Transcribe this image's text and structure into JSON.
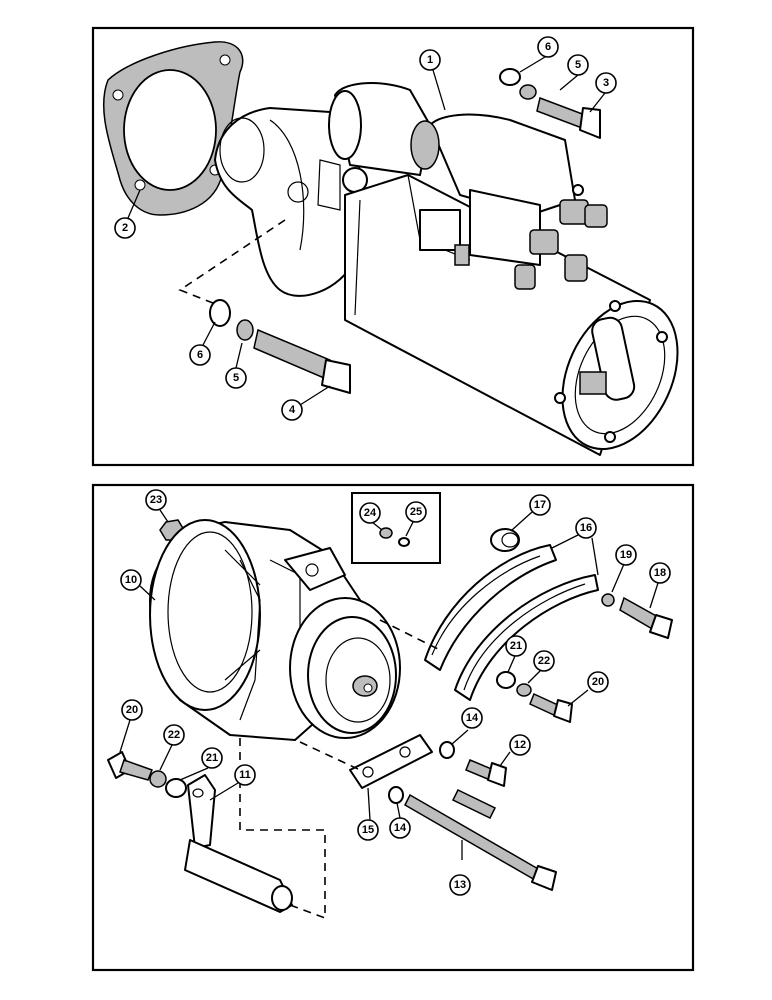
{
  "top_panel": {
    "callouts": [
      {
        "id": "c1",
        "label": "1"
      },
      {
        "id": "c2",
        "label": "2"
      },
      {
        "id": "c3",
        "label": "3"
      },
      {
        "id": "c4",
        "label": "4"
      },
      {
        "id": "c5a",
        "label": "5"
      },
      {
        "id": "c5b",
        "label": "5"
      },
      {
        "id": "c6a",
        "label": "6"
      },
      {
        "id": "c6b",
        "label": "6"
      }
    ]
  },
  "bottom_panel": {
    "callouts": [
      {
        "id": "c10",
        "label": "10"
      },
      {
        "id": "c11",
        "label": "11"
      },
      {
        "id": "c12",
        "label": "12"
      },
      {
        "id": "c13",
        "label": "13"
      },
      {
        "id": "c14a",
        "label": "14"
      },
      {
        "id": "c14b",
        "label": "14"
      },
      {
        "id": "c15",
        "label": "15"
      },
      {
        "id": "c16",
        "label": "16"
      },
      {
        "id": "c17",
        "label": "17"
      },
      {
        "id": "c18",
        "label": "18"
      },
      {
        "id": "c19",
        "label": "19"
      },
      {
        "id": "c20a",
        "label": "20"
      },
      {
        "id": "c20b",
        "label": "20"
      },
      {
        "id": "c21a",
        "label": "21"
      },
      {
        "id": "c21b",
        "label": "21"
      },
      {
        "id": "c22a",
        "label": "22"
      },
      {
        "id": "c22b",
        "label": "22"
      },
      {
        "id": "c23",
        "label": "23"
      },
      {
        "id": "c24",
        "label": "24"
      },
      {
        "id": "c25",
        "label": "25"
      }
    ]
  }
}
